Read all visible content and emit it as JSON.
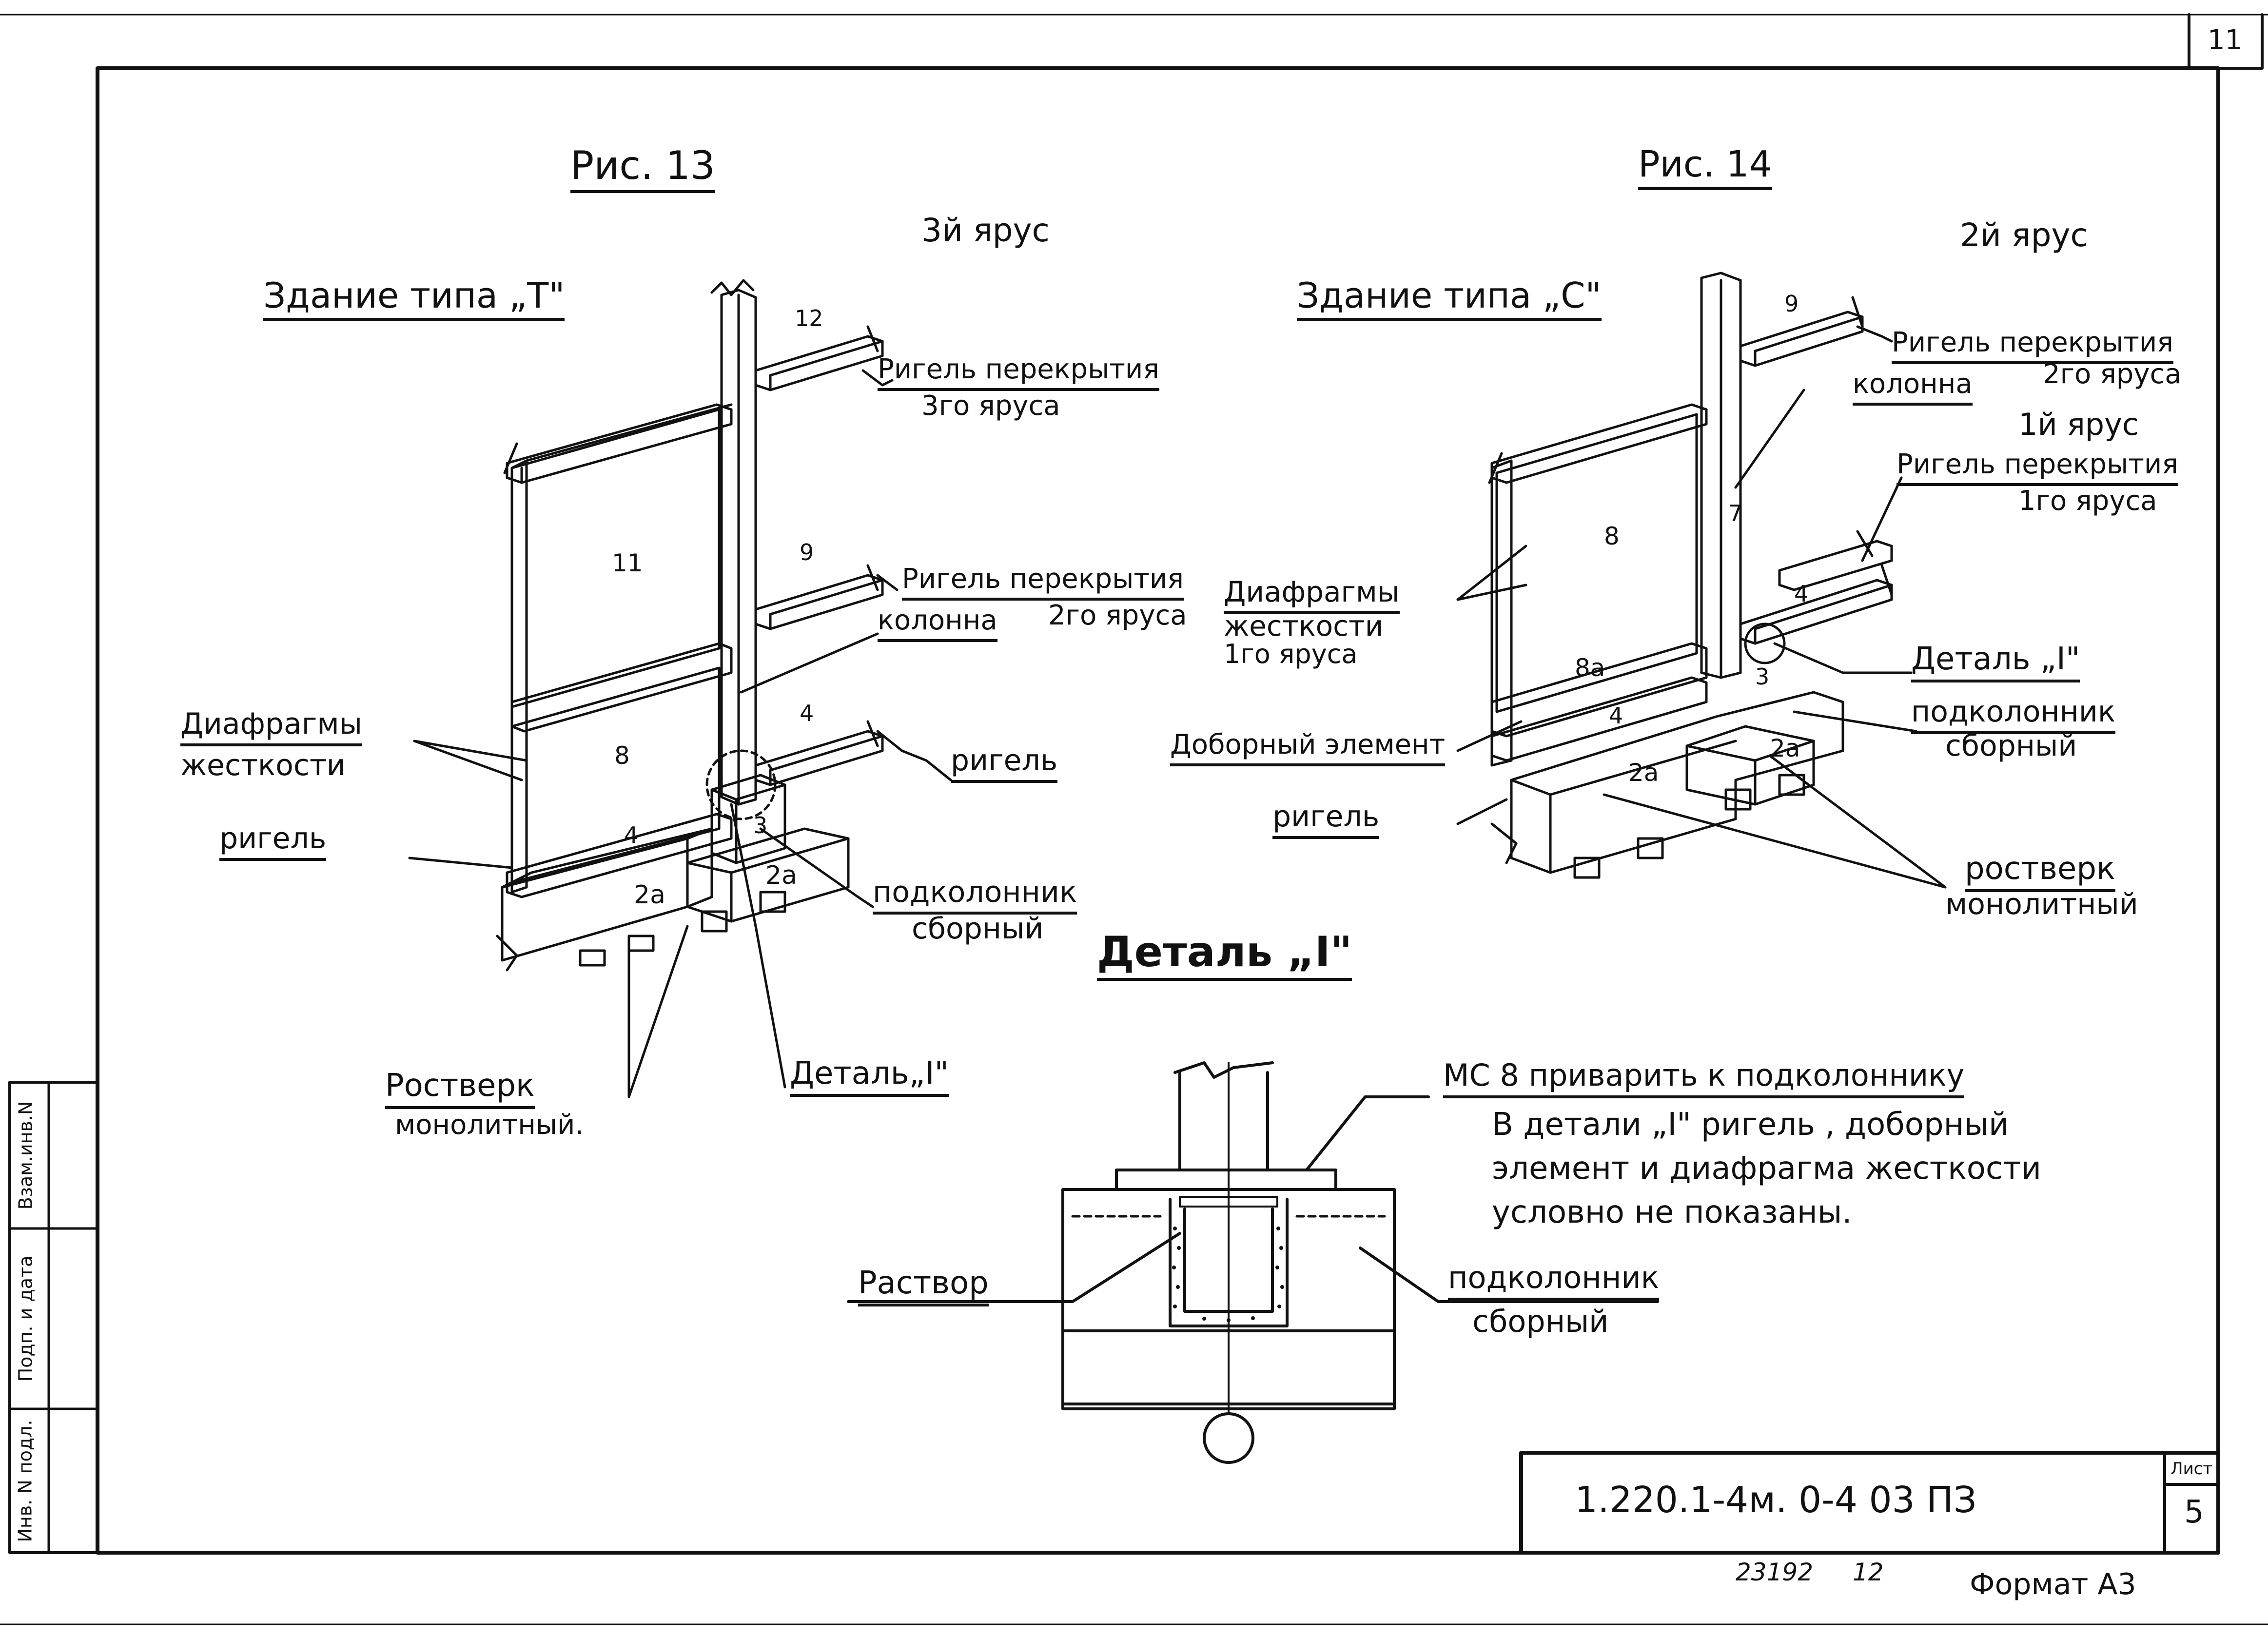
{
  "sheet": {
    "corner_number": "11",
    "format": "Формат А3",
    "stamp": {
      "code": "1.220.1-4м.  0-4  03  ПЗ",
      "sheet_label": "Лист",
      "sheet_number": "5"
    },
    "bottom_numbers": {
      "left": "23192",
      "right": "12"
    },
    "side_block": {
      "inv_no_podl": "Инв. N подл.",
      "podp_data": "Подп. и дата",
      "vzam_inv": "Взам.инв.N"
    }
  },
  "fig13": {
    "caption": "Рис. 13",
    "tier": "3й ярус",
    "building": "Здание типа „Т\"",
    "labels": {
      "rigel_perekr": "Ригель перекрытия",
      "rigel_perekr_tier": "3го яруса",
      "rigel_perekr2": "Ригель перекрытия",
      "kolonna": "колонна",
      "tier2": "2го яруса",
      "diafragmy": "Диафрагмы",
      "zhestkosti": "жесткости",
      "rigel_right": "ригель",
      "rigel_left": "ригель",
      "podkolonnik": "подколонник",
      "sborny": "сборный",
      "rostverk": "Ростверк",
      "monolitny": "монолитный.",
      "detal": "Деталь„I\""
    },
    "marks": {
      "panel_top": "11",
      "panel_bottom": "8",
      "beam_top": "12",
      "beam_mid": "9",
      "beam_low": "4",
      "beam_base": "4",
      "footing_left": "2а",
      "footing_right": "2а",
      "column_base": "3"
    }
  },
  "fig14": {
    "caption": "Рис. 14",
    "tier": "2й ярус",
    "building": "Здание типа „С\"",
    "labels": {
      "rigel_perekr": "Ригель перекрытия",
      "rigel_perekr_tier": "2го яруса",
      "kolonna": "колонна",
      "tier1": "1й ярус",
      "rigel_perekr1": "Ригель перекрытия",
      "rigel_perekr1_tier": "1го яруса",
      "diafragmy": "Диафрагмы",
      "zhestkosti": "жесткости",
      "diafragmy_tier": "1го яруса",
      "dobornyi": "Доборный элемент",
      "rigel": "ригель",
      "detal": "Деталь „I\"",
      "podkolonnik": "подколонник",
      "sborny": "сборный",
      "rostverk": "ростверк",
      "monolitny": "монолитный"
    },
    "marks": {
      "panel": "8",
      "panel_low": "8а",
      "beam_top": "9",
      "beam_mid": "4",
      "beam_base": "4",
      "footing_left": "2а",
      "footing_right": "2а",
      "column_mark": "7",
      "column_base": "3"
    }
  },
  "detail": {
    "title": "Деталь „I\"",
    "mc8": "МС 8  приварить к подколоннику",
    "note_line1": "В детали „I\" ригель , доборный",
    "note_line2": "элемент  и диафрагма  жесткости",
    "note_line3": "условно не показаны.",
    "rastvor": "Раствор",
    "podkolonnik": "подколонник",
    "sborny": "сборный"
  }
}
